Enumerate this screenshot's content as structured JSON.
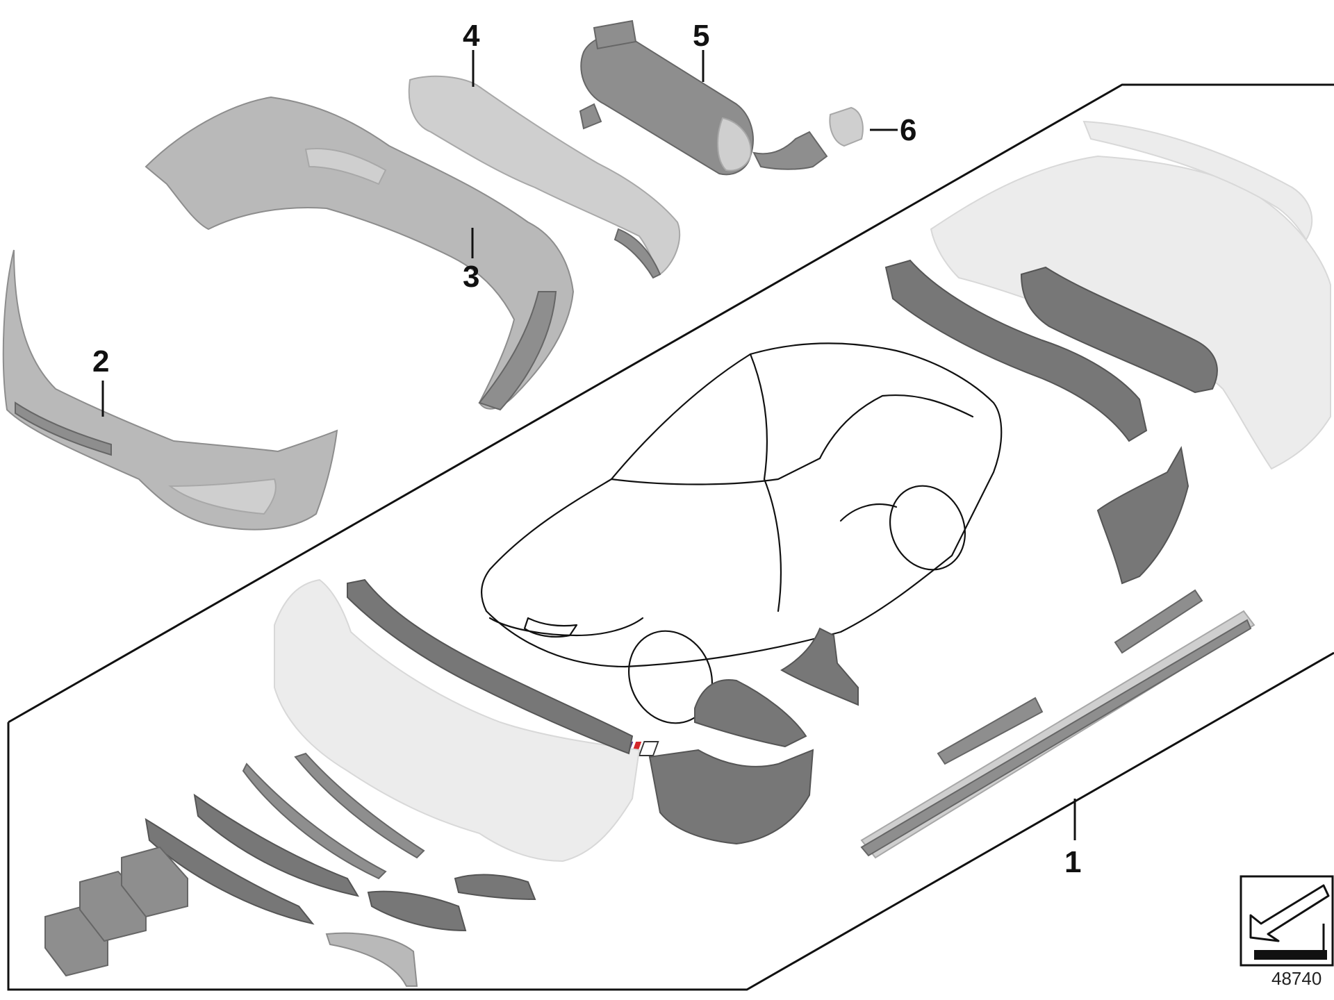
{
  "diagram": {
    "callouts": [
      {
        "id": "1",
        "label": "1"
      },
      {
        "id": "2",
        "label": "2"
      },
      {
        "id": "3",
        "label": "3"
      },
      {
        "id": "4",
        "label": "4"
      },
      {
        "id": "5",
        "label": "5"
      },
      {
        "id": "6",
        "label": "6"
      }
    ],
    "document_number": "48740",
    "corner_icon": "direction-arrow-icon",
    "colors": {
      "line": "#111111",
      "part_dark": "#8e8e8e",
      "part_light": "#cfcfcf",
      "part_ghost": "#ececec",
      "badge_blue": "#1c5fb0",
      "badge_red": "#d3262c",
      "badge_purple": "#4a2d8a"
    }
  }
}
